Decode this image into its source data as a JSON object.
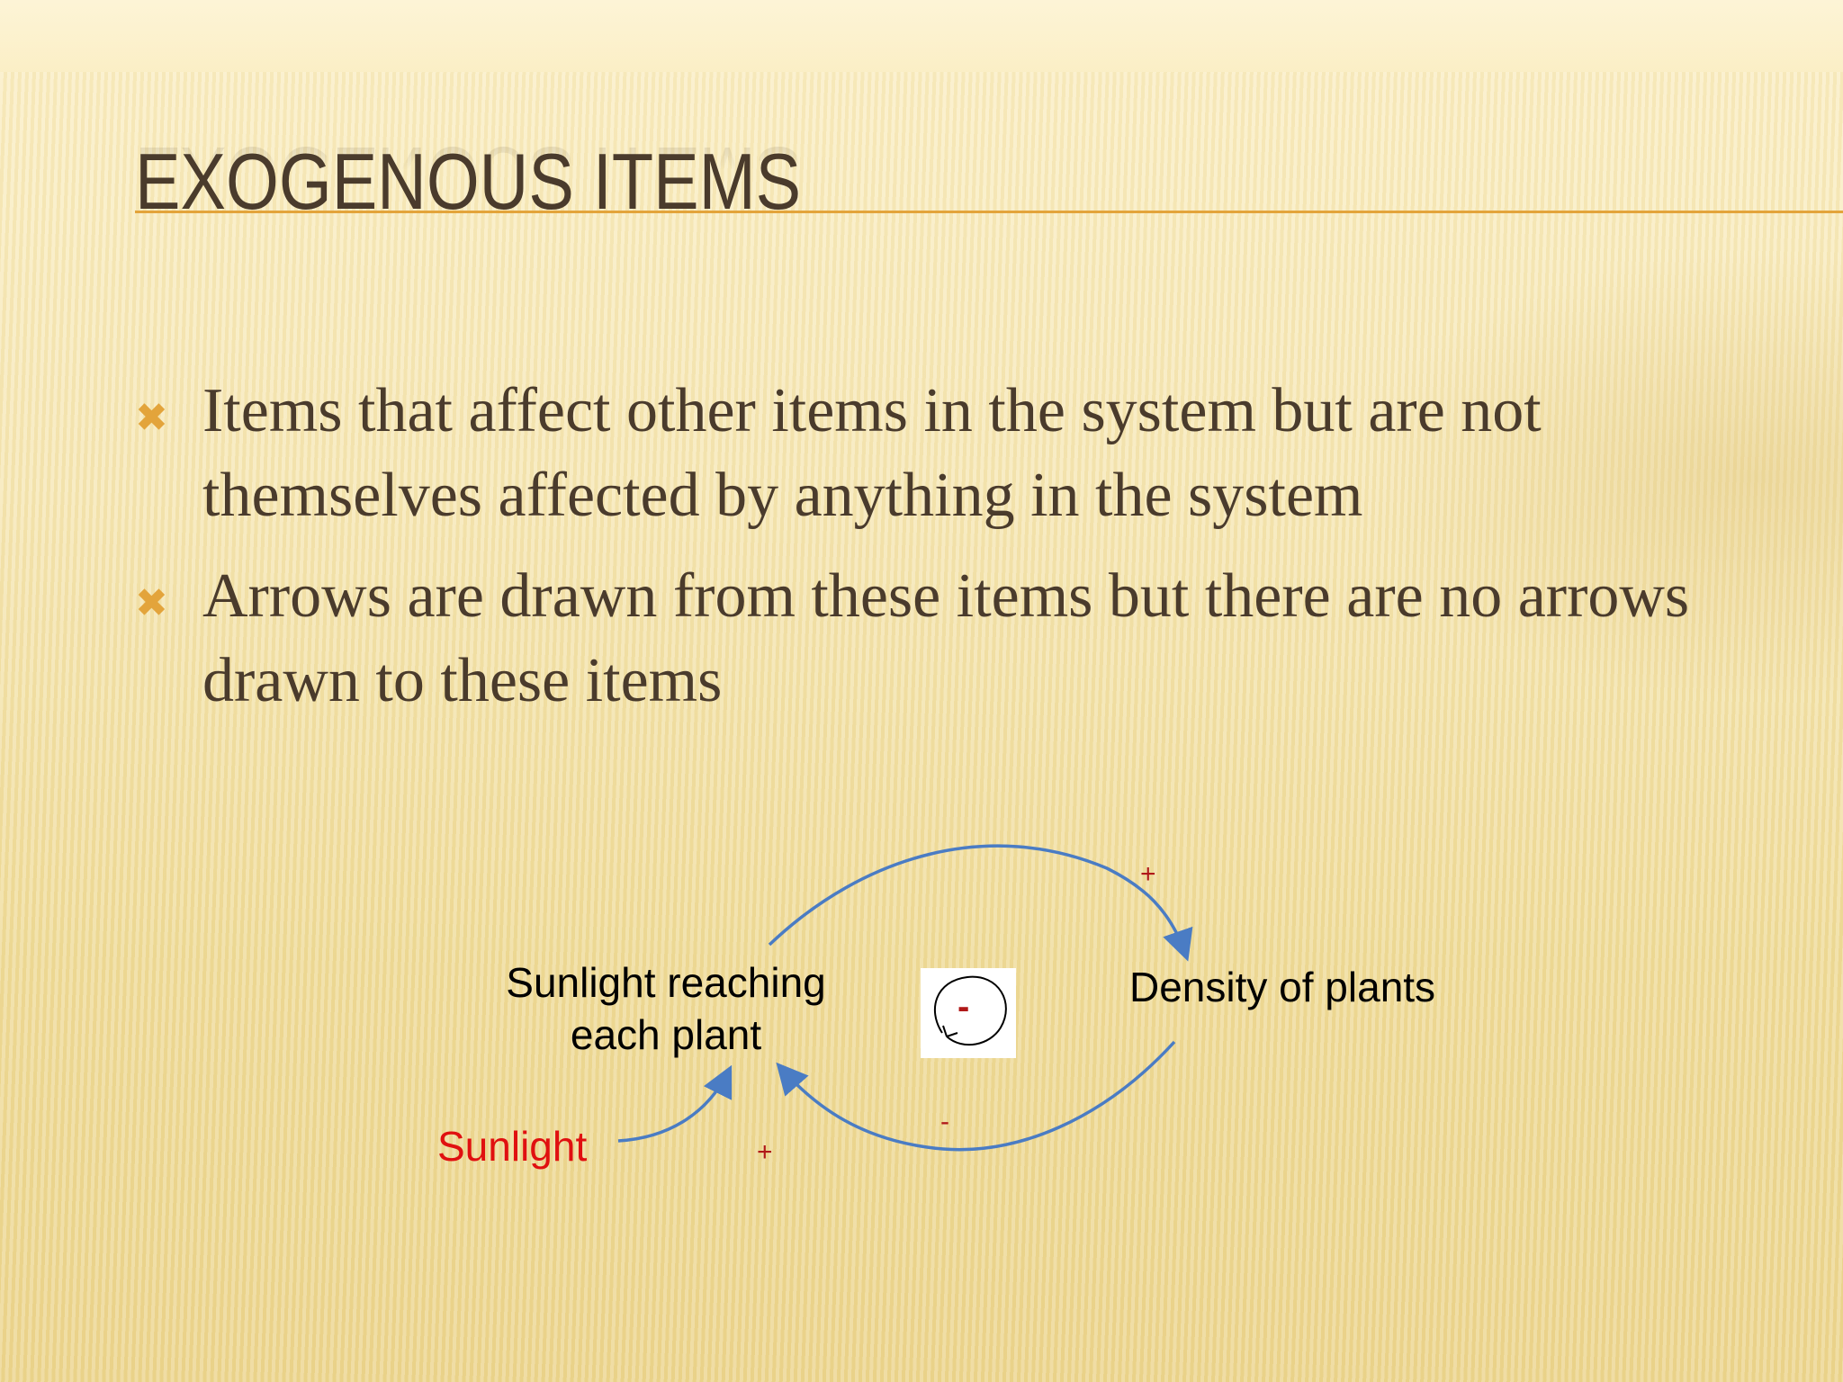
{
  "slide": {
    "title": "EXOGENOUS ITEMS",
    "bullets": [
      "Items that affect other items in the system but are not themselves affected by anything in the system",
      "Arrows are drawn from these items but there are no arrows drawn to these items"
    ],
    "bullet_icon": "x-mark-icon"
  },
  "diagram": {
    "nodes": {
      "sunlight_reaching": "Sunlight reaching each plant",
      "density": "Density of plants",
      "sunlight": "Sunlight"
    },
    "polarities": {
      "top_arrow": "+",
      "bottom_arrow": "-",
      "sunlight_arrow": "+",
      "loop": "-"
    },
    "loop_icon": "balancing-loop-icon",
    "colors": {
      "arrow": "#4a7cc4",
      "exogenous_text": "#e01010",
      "polarity": "#b01818",
      "accent": "#e3a43b",
      "text": "#4a3b2c"
    }
  }
}
